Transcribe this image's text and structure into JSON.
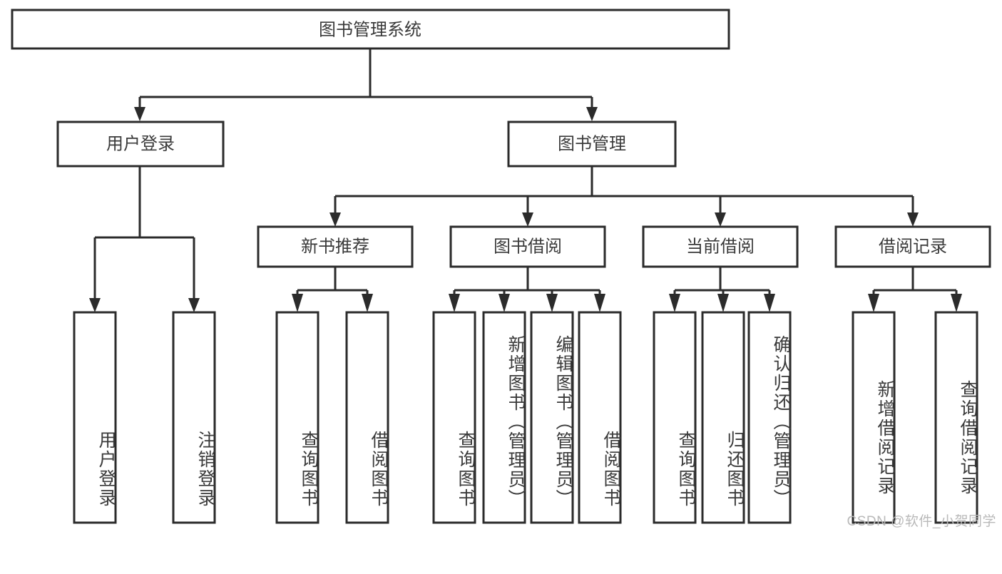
{
  "diagram": {
    "title": "图书管理系统",
    "type": "tree",
    "watermark": "CSDN @软件_小贺同学",
    "colors": {
      "stroke": "#2b2b2b",
      "text": "#3a3a3a",
      "background": "#ffffff",
      "watermark": "#b9b9b9"
    },
    "root": {
      "label": "图书管理系统",
      "level": 0
    },
    "level2": [
      {
        "label": "用户登录"
      },
      {
        "label": "图书管理"
      }
    ],
    "level3": [
      {
        "label": "新书推荐"
      },
      {
        "label": "图书借阅"
      },
      {
        "label": "当前借阅"
      },
      {
        "label": "借阅记录"
      }
    ],
    "leaves": {
      "user_login": [
        {
          "label": "用户登录"
        },
        {
          "label": "注销登录"
        }
      ],
      "new_book_recommend": [
        {
          "label": "查询图书"
        },
        {
          "label": "借阅图书"
        }
      ],
      "book_borrow": [
        {
          "label": "查询图书"
        },
        {
          "label": "新增图书（管理员）"
        },
        {
          "label": "编辑图书（管理员）"
        },
        {
          "label": "借阅图书"
        }
      ],
      "current_borrow": [
        {
          "label": "查询图书"
        },
        {
          "label": "归还图书"
        },
        {
          "label": "确认归还（管理员）"
        }
      ],
      "borrow_record": [
        {
          "label": "新增借阅记录"
        },
        {
          "label": "查询借阅记录"
        }
      ]
    }
  }
}
